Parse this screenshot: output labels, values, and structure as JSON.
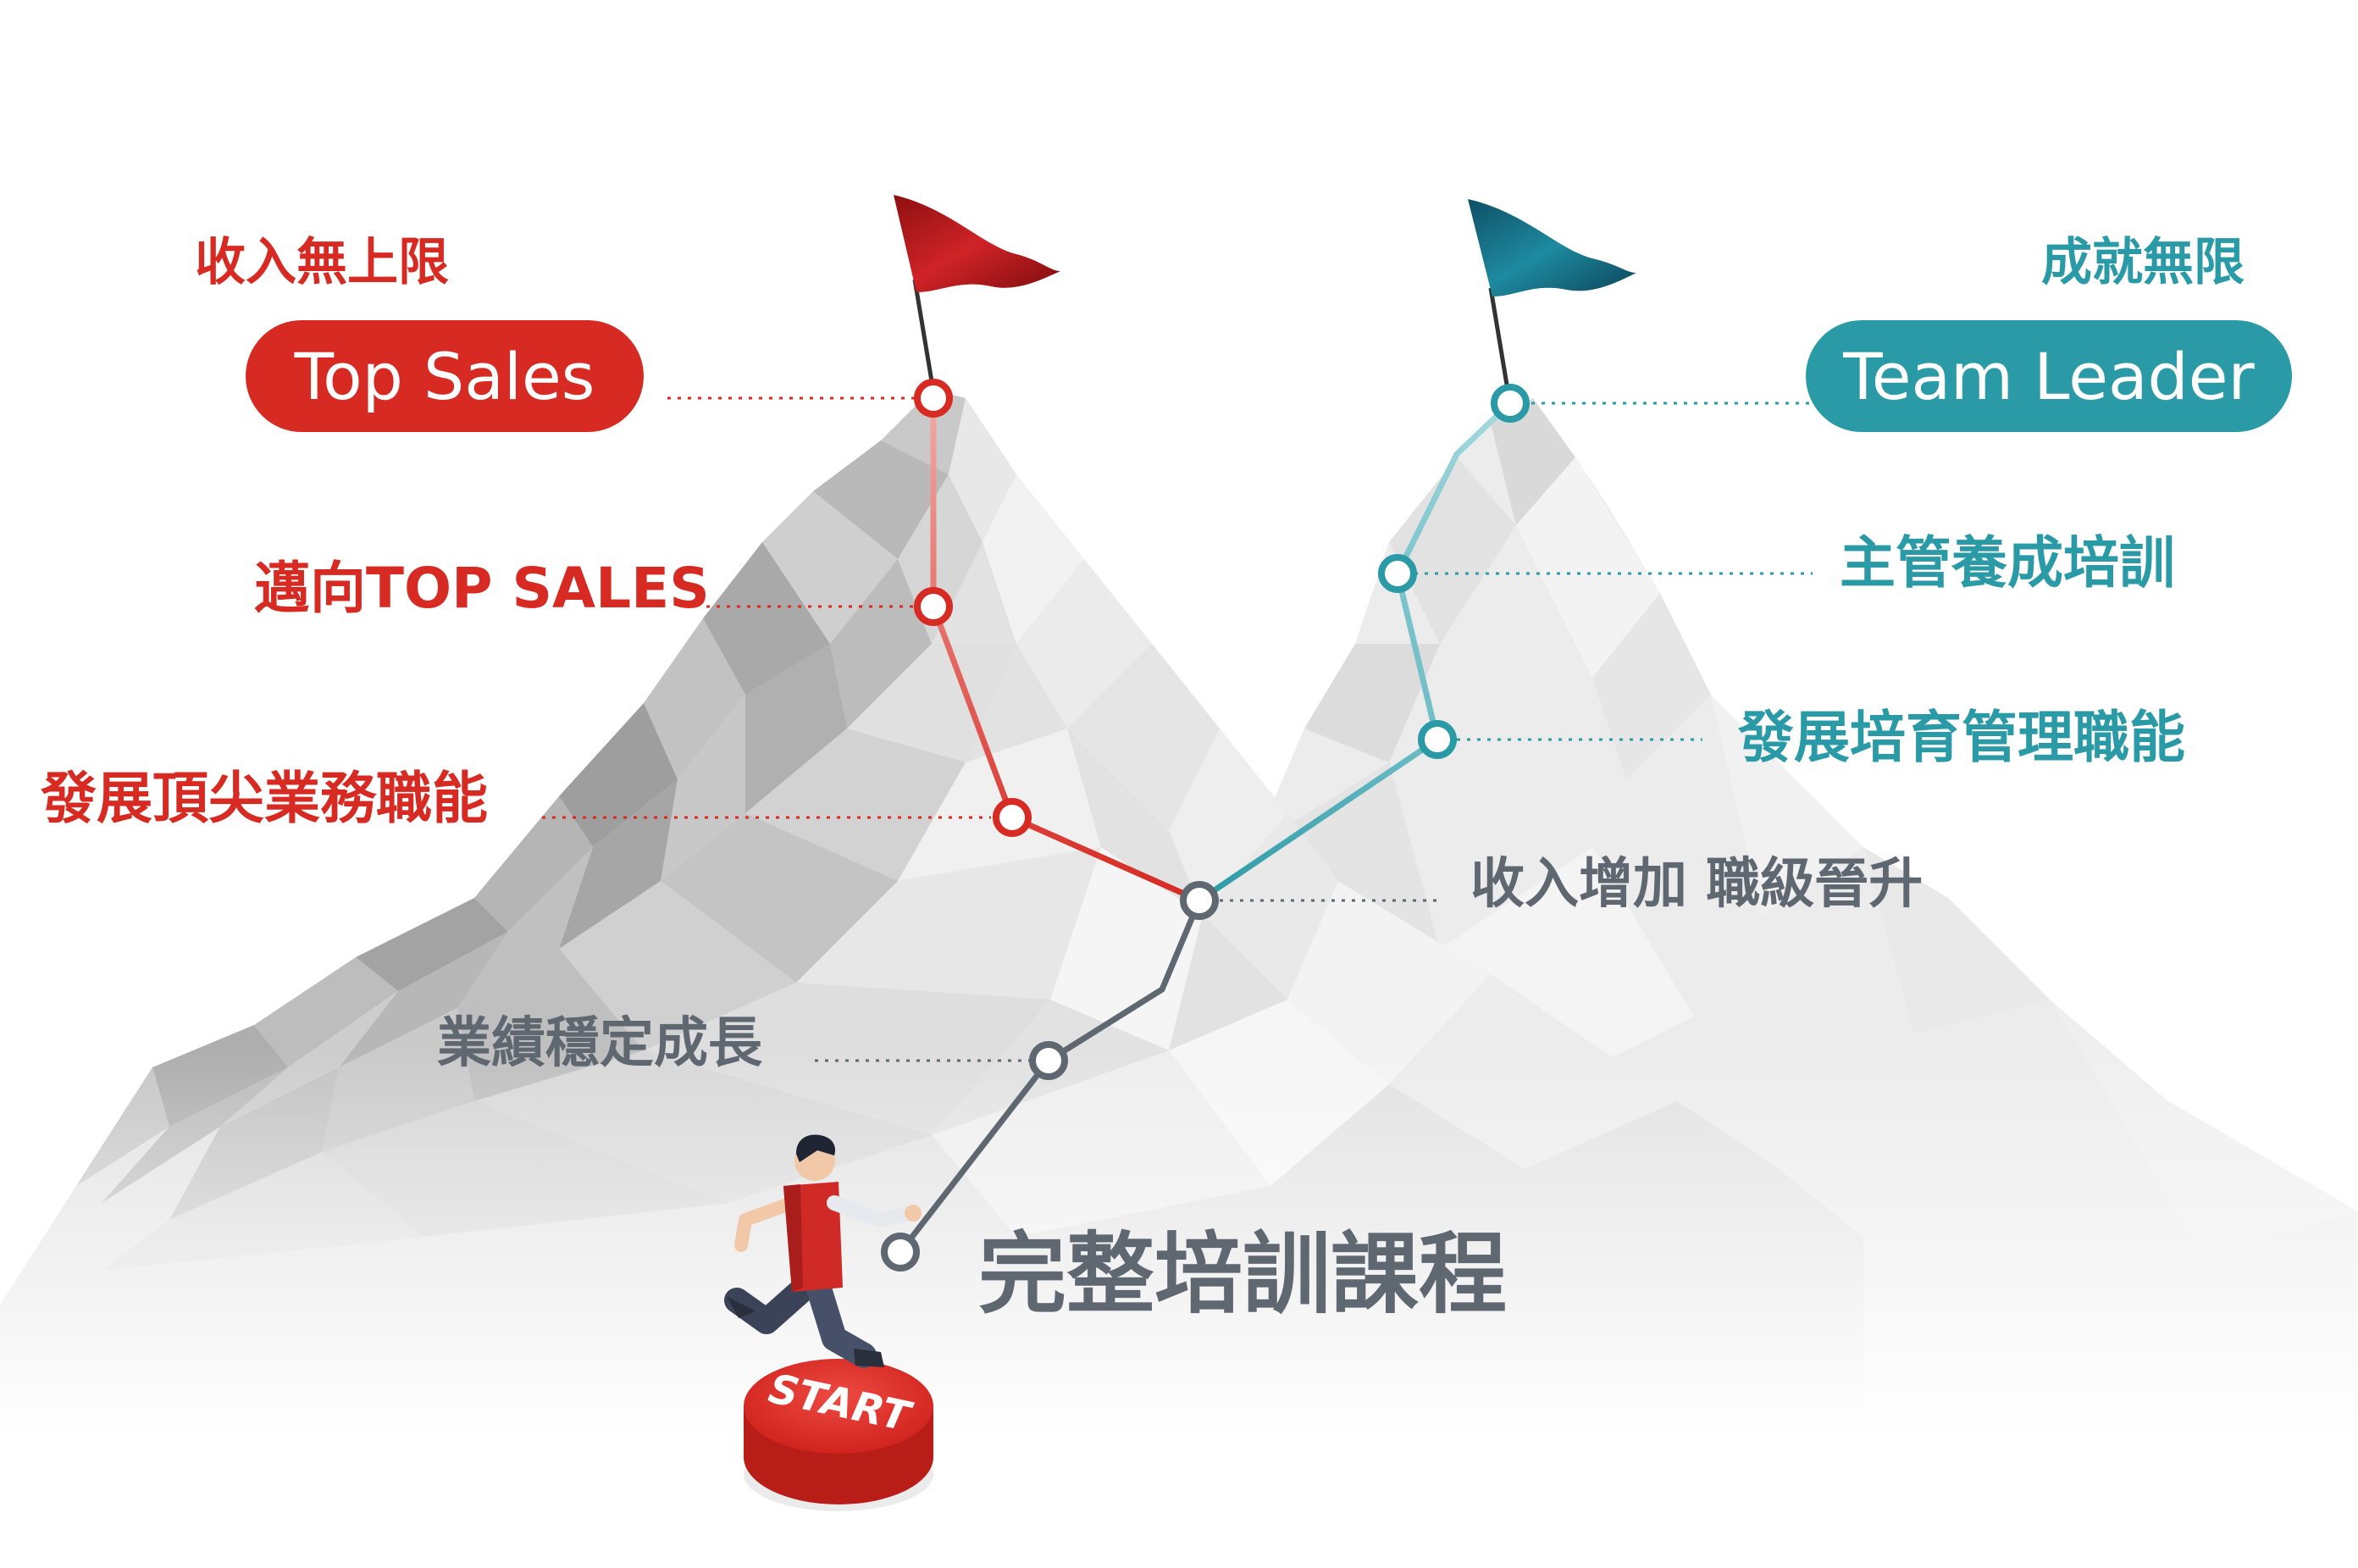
{
  "left_track": {
    "subtitle": "收入無上限",
    "goal": "Top Sales",
    "steps": [
      "邁向TOP SALES",
      "發展頂尖業務職能"
    ]
  },
  "right_track": {
    "subtitle": "成就無限",
    "goal": "Team Leader",
    "steps": [
      "主管養成培訓",
      "發展培育管理職能"
    ]
  },
  "common_path": {
    "junction": "收入增加 職級晉升",
    "growth": "業績穩定成長",
    "start_title": "完整培訓課程",
    "start_button": "START"
  },
  "colors": {
    "red": "#d62a22",
    "teal": "#2a9aa6",
    "gray": "#5f6770"
  }
}
